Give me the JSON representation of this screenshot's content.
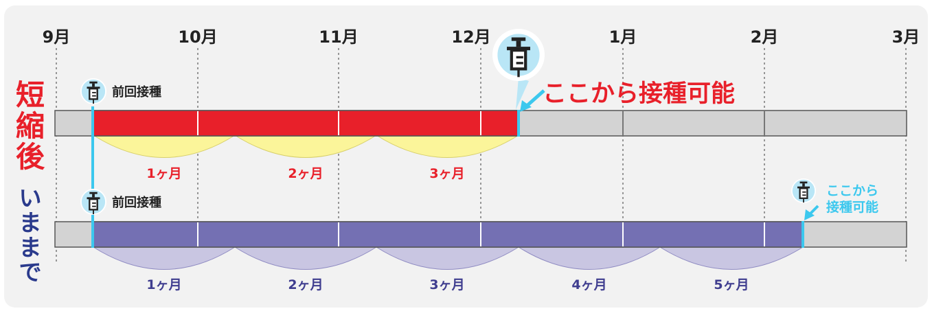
{
  "months": [
    "9月",
    "10月",
    "11月",
    "12月",
    "1月",
    "2月",
    "3月"
  ],
  "shortened": {
    "label_chars": [
      "短",
      "縮",
      "後"
    ],
    "prev_dose_label": "前回接種",
    "available_label": "ここから接種可能",
    "interval_labels": [
      "1ヶ月",
      "2ヶ月",
      "3ヶ月"
    ]
  },
  "current": {
    "label_chars": [
      "い",
      "ま",
      "ま",
      "で"
    ],
    "prev_dose_label": "前回接種",
    "available_label_lines": [
      "ここから",
      "接種可能"
    ],
    "interval_labels": [
      "1ヶ月",
      "2ヶ月",
      "3ヶ月",
      "4ヶ月",
      "5ヶ月"
    ]
  },
  "colors": {
    "red_bar": "#e8202a",
    "red_text": "#e8202a",
    "yellow_arc": "#fbf59a",
    "purple_bar": "#7470b3",
    "purple_arc": "#c9c6e2",
    "navy_text": "#2a3a8c",
    "cyan": "#3cc8ee",
    "gray_bar": "#d3d3d3",
    "panel_bg": "#f2f2f2"
  },
  "icons": [
    "syringe-icon"
  ]
}
